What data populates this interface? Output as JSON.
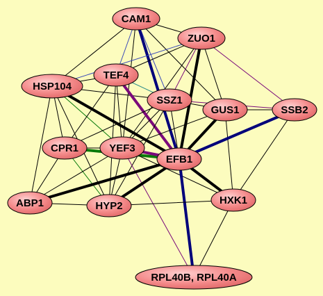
{
  "background_color": "#fcfcbe",
  "node_fill_color": "#f48a8a",
  "edge_colors": {
    "black": "#000000",
    "navy": "#00007a",
    "purple": "#7a0a7a",
    "green": "#0a7a0a",
    "blue": "#3a4ab8",
    "teal": "#2a8a8a"
  },
  "nodes": [
    {
      "id": "CAM1",
      "label": "CAM1"
    },
    {
      "id": "ZUO1",
      "label": "ZUO1"
    },
    {
      "id": "HSP104",
      "label": "HSP104"
    },
    {
      "id": "TEF4",
      "label": "TEF4"
    },
    {
      "id": "SSZ1",
      "label": "SSZ1"
    },
    {
      "id": "GUS1",
      "label": "GUS1"
    },
    {
      "id": "SSB2",
      "label": "SSB2"
    },
    {
      "id": "CPR1",
      "label": "CPR1"
    },
    {
      "id": "YEF3",
      "label": "YEF3"
    },
    {
      "id": "EFB1",
      "label": "EFB1"
    },
    {
      "id": "HXK1",
      "label": "HXK1"
    },
    {
      "id": "ABP1",
      "label": "ABP1"
    },
    {
      "id": "HYP2",
      "label": "HYP2"
    },
    {
      "id": "RPL40",
      "label": "RPL40B, RPL40A"
    }
  ],
  "edges": [
    [
      "CAM1",
      "ZUO1",
      "black",
      1
    ],
    [
      "CAM1",
      "HSP104",
      "black",
      1
    ],
    [
      "CAM1",
      "TEF4",
      "blue",
      1
    ],
    [
      "CAM1",
      "SSZ1",
      "blue",
      1
    ],
    [
      "CAM1",
      "EFB1",
      "navy",
      4
    ],
    [
      "CAM1",
      "GUS1",
      "black",
      1
    ],
    [
      "CAM1",
      "YEF3",
      "black",
      1
    ],
    [
      "ZUO1",
      "TEF4",
      "black",
      1
    ],
    [
      "ZUO1",
      "SSZ1",
      "purple",
      1
    ],
    [
      "ZUO1",
      "EFB1",
      "black",
      4
    ],
    [
      "ZUO1",
      "GUS1",
      "black",
      1
    ],
    [
      "ZUO1",
      "SSB2",
      "purple",
      1
    ],
    [
      "ZUO1",
      "YEF3",
      "black",
      1
    ],
    [
      "ZUO1",
      "HSP104",
      "blue",
      1
    ],
    [
      "HSP104",
      "TEF4",
      "black",
      1
    ],
    [
      "HSP104",
      "SSZ1",
      "black",
      1
    ],
    [
      "HSP104",
      "EFB1",
      "black",
      4
    ],
    [
      "HSP104",
      "CPR1",
      "black",
      1
    ],
    [
      "HSP104",
      "ABP1",
      "black",
      1
    ],
    [
      "HSP104",
      "YEF3",
      "green",
      1
    ],
    [
      "HSP104",
      "HYP2",
      "black",
      1
    ],
    [
      "TEF4",
      "SSZ1",
      "teal",
      1
    ],
    [
      "TEF4",
      "EFB1",
      "purple",
      4
    ],
    [
      "TEF4",
      "YEF3",
      "black",
      1
    ],
    [
      "TEF4",
      "CPR1",
      "black",
      1
    ],
    [
      "TEF4",
      "HYP2",
      "black",
      1
    ],
    [
      "SSZ1",
      "GUS1",
      "black",
      1
    ],
    [
      "SSZ1",
      "EFB1",
      "black",
      1
    ],
    [
      "SSZ1",
      "YEF3",
      "black",
      1
    ],
    [
      "SSZ1",
      "CPR1",
      "black",
      1
    ],
    [
      "SSZ1",
      "HYP2",
      "black",
      1
    ],
    [
      "SSZ1",
      "SSB2",
      "purple",
      1
    ],
    [
      "GUS1",
      "SSB2",
      "black",
      1
    ],
    [
      "GUS1",
      "EFB1",
      "black",
      4
    ],
    [
      "GUS1",
      "HXK1",
      "black",
      1
    ],
    [
      "GUS1",
      "YEF3",
      "black",
      1
    ],
    [
      "SSB2",
      "EFB1",
      "navy",
      4
    ],
    [
      "SSB2",
      "HXK1",
      "black",
      1
    ],
    [
      "CPR1",
      "YEF3",
      "black",
      1
    ],
    [
      "CPR1",
      "EFB1",
      "green",
      4
    ],
    [
      "CPR1",
      "ABP1",
      "black",
      1
    ],
    [
      "CPR1",
      "HYP2",
      "green",
      1
    ],
    [
      "YEF3",
      "EFB1",
      "purple",
      4
    ],
    [
      "YEF3",
      "HYP2",
      "black",
      1
    ],
    [
      "YEF3",
      "ABP1",
      "black",
      1
    ],
    [
      "YEF3",
      "HXK1",
      "black",
      1
    ],
    [
      "YEF3",
      "RPL40",
      "purple",
      1
    ],
    [
      "EFB1",
      "HXK1",
      "black",
      4
    ],
    [
      "EFB1",
      "ABP1",
      "black",
      4
    ],
    [
      "EFB1",
      "HYP2",
      "black",
      4
    ],
    [
      "EFB1",
      "RPL40",
      "navy",
      4
    ],
    [
      "ABP1",
      "HYP2",
      "black",
      1
    ],
    [
      "HYP2",
      "HXK1",
      "black",
      1
    ],
    [
      "HXK1",
      "RPL40",
      "black",
      1
    ]
  ]
}
